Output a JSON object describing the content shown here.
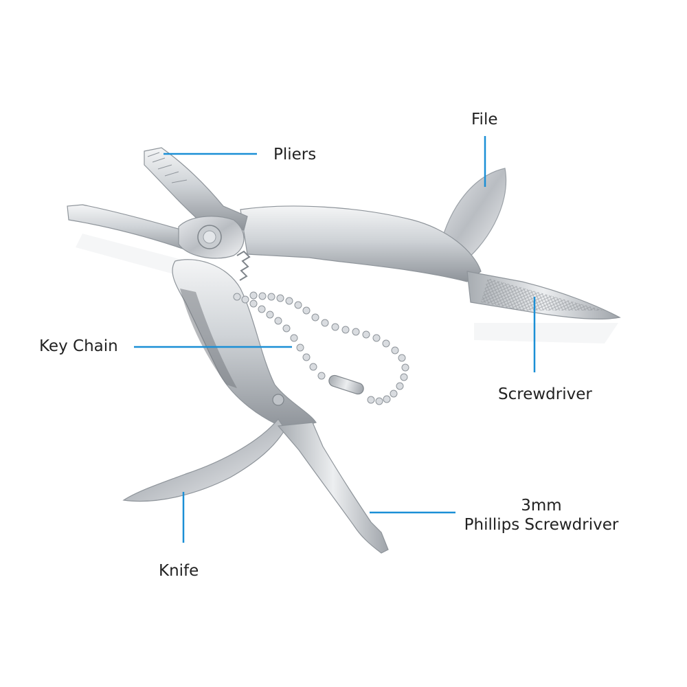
{
  "labels": {
    "pliers": "Pliers",
    "file": "File",
    "key_chain": "Key Chain",
    "screwdriver": "Screwdriver",
    "knife": "Knife",
    "phillips_line1": "3mm",
    "phillips_line2": "Phillips Screwdriver"
  },
  "colors": {
    "leader_line": "#1a8fd6",
    "text": "#222222",
    "steel_light": "#eef0f2",
    "steel_mid": "#c4c8cc",
    "steel_dark": "#8a8f95"
  }
}
